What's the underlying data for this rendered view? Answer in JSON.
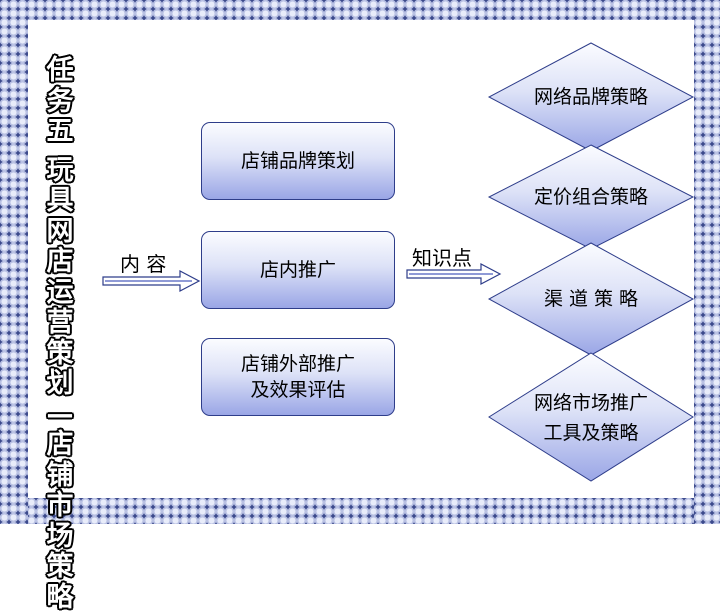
{
  "title": {
    "chars": [
      "任",
      "务",
      "五",
      "",
      "玩",
      "具",
      "网",
      "店",
      "运",
      "营",
      "策",
      "划",
      "—",
      "店",
      "铺",
      "市",
      "场",
      "策",
      "略"
    ]
  },
  "content_label": "内  容",
  "knowledge_label": "知识点",
  "boxes": [
    {
      "lines": [
        "店铺品牌策划"
      ]
    },
    {
      "lines": [
        "店内推广"
      ]
    },
    {
      "lines": [
        "店铺外部推广",
        "及效果评估"
      ]
    }
  ],
  "strategies": [
    {
      "lines": [
        "网络品牌策略"
      ]
    },
    {
      "lines": [
        "定价组合策略"
      ]
    },
    {
      "lines": [
        "渠 道 策 略"
      ]
    },
    {
      "lines": [
        "网络市场推广",
        "工具及策略"
      ]
    }
  ],
  "colors": {
    "frame": "#3c4a8c",
    "box_top": "#fbfcff",
    "box_bottom": "#9aa6e6",
    "border": "#2e3d8a"
  }
}
